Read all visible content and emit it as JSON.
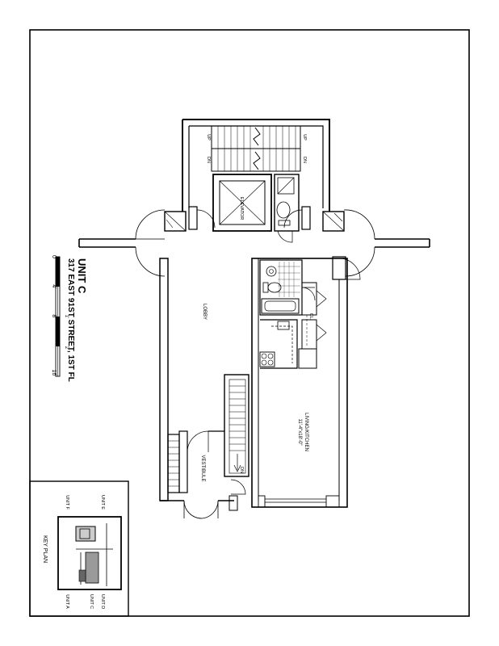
{
  "title": {
    "unit": "UNIT C",
    "address": "317 EAST 91ST STREET, 1ST FL"
  },
  "scale_bar": {
    "labels": [
      "0",
      "4'",
      "8'",
      "16'"
    ],
    "sub_labels": [
      "1'",
      "2'"
    ]
  },
  "rooms": {
    "elevator": "ELEVATOR",
    "lobby": "LOBBY",
    "living_name": "LIVING/KITCHEN",
    "living_dims": "11'-4\"x18'-0\"",
    "vestibule": "VESTIBULE",
    "closet": "CL."
  },
  "stairs": {
    "up": "UP",
    "dn": "DN"
  },
  "key_plan": {
    "title": "KEY PLAN",
    "units": [
      "UNIT A",
      "UNIT C",
      "UNIT D",
      "UNIT E",
      "UNIT F"
    ]
  }
}
